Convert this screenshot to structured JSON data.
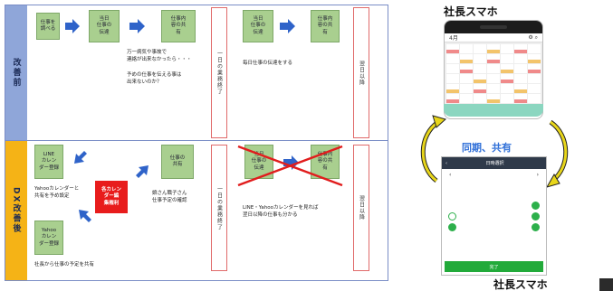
{
  "rows": {
    "top_label": "改善前",
    "bottom_label": "DX改善後"
  },
  "top": {
    "box1": "仕事を\n調べる",
    "box2": "当日\n仕事の\n伝達",
    "box3": "仕事内\n容の共\n有",
    "note1": "万一病気や事故で\n連絡が出来なかったら・・・\n\n予めの仕事を伝える事は\n出来ないのか？",
    "vbox1": "一日の業務終了",
    "box4": "当日\n仕事の\n伝達",
    "box5": "仕事内\n容の共\n有",
    "note2": "毎日仕事の伝達をする",
    "vbox2": "翌日以降"
  },
  "bottom": {
    "box_line": "LINE\nカレン\nダー登録",
    "box_yahoo": "Yahoo\nカレン\nダー登録",
    "note_yahoo": "Yahooカレンダーと\n共有を予め設定",
    "redbox": "各カレン\nダー編\n集権利",
    "box_share": "仕事の\n共有",
    "note_share": "娘さん職子さん\n仕事予定の確認",
    "note_president": "社長から仕事の予定を共有",
    "vbox1": "一日の業務終了",
    "box_x1": "当日\n仕事の\n伝達",
    "box_x2": "仕事内\n容の共\n有",
    "note_x": "LINE・Yahooカレンダーを見れば\n翌日以降の仕事も分かる",
    "vbox2": "翌日以降"
  },
  "right": {
    "title_top": "社長スマホ",
    "sync_label": "同期、共有",
    "title_bottom": "社長スマホ",
    "cal_month": "4月",
    "dp_header": "日時選択",
    "dp_button": "完了"
  },
  "colors": {
    "green_box": "#a9cf8f",
    "red_box": "#e81c1c",
    "top_band": "#8fa6d9",
    "bottom_band": "#f5b316",
    "arrow_blue": "#2f63c9",
    "cross_red": "#e11d1d",
    "sync_arrow": "#e8d61a"
  }
}
